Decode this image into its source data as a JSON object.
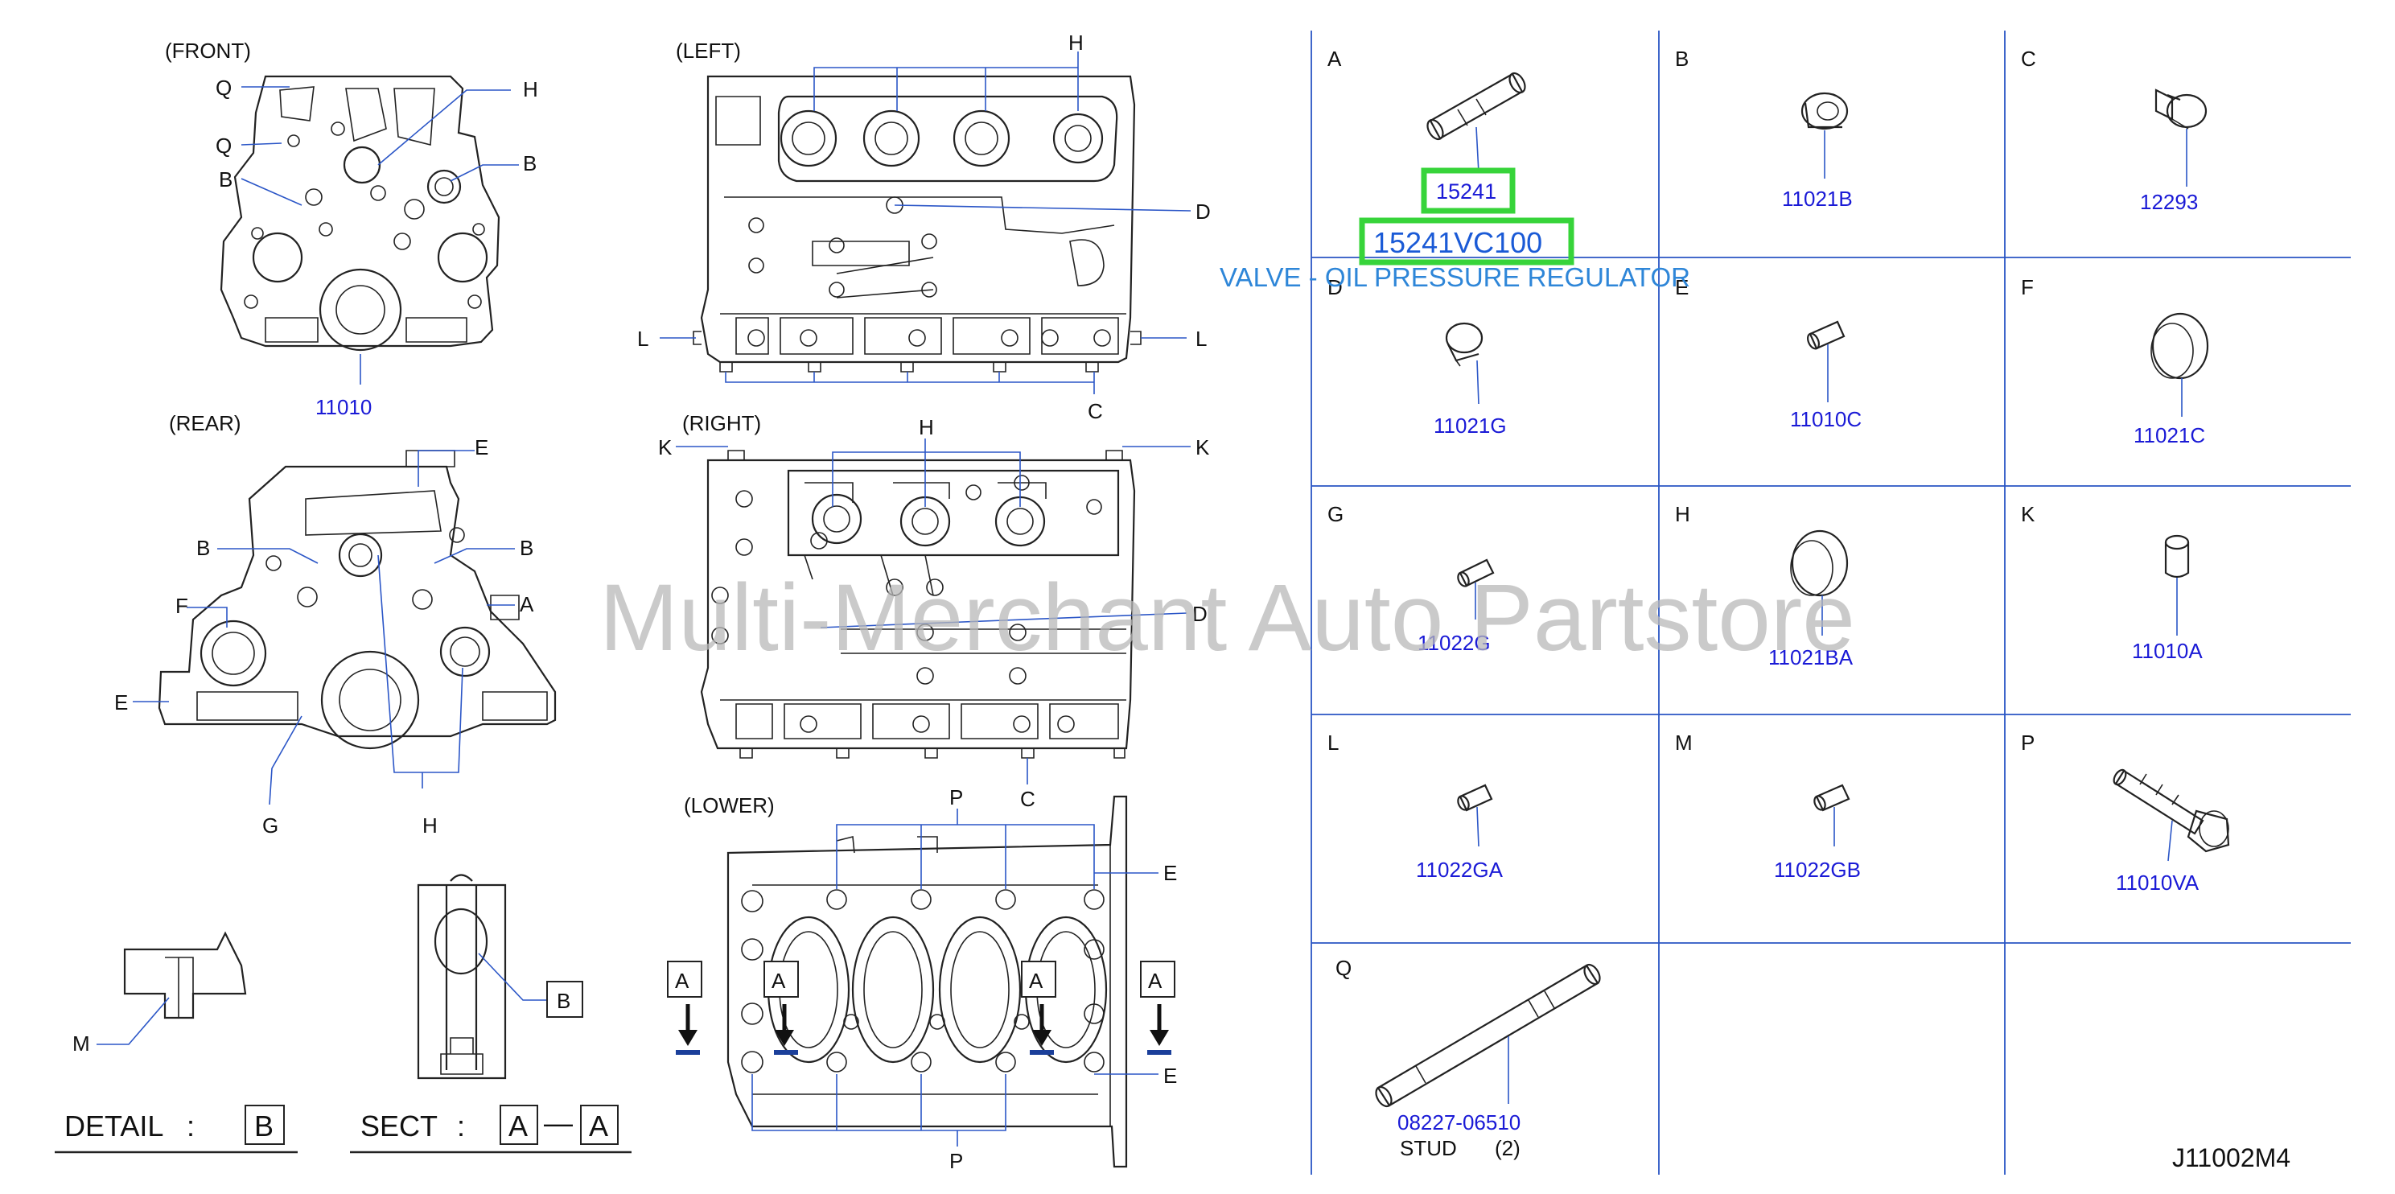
{
  "views": {
    "front": "(FRONT)",
    "left": "(LEFT)",
    "rear": "(REAR)",
    "right": "(RIGHT)",
    "lower": "(LOWER)"
  },
  "front_labels": {
    "q1": "Q",
    "q2": "Q",
    "b1": "B",
    "h": "H",
    "b2": "B",
    "part": "11010"
  },
  "left_labels": {
    "h": "H",
    "d": "D",
    "l1": "L",
    "l2": "L",
    "c": "C"
  },
  "rear_labels": {
    "e1": "E",
    "b1": "B",
    "b2": "B",
    "f": "F",
    "a": "A",
    "e2": "E",
    "g": "G",
    "h": "H"
  },
  "right_labels": {
    "k1": "K",
    "h": "H",
    "k2": "K",
    "d": "D",
    "c": "C"
  },
  "lower_labels": {
    "p1": "P",
    "e1": "E",
    "a1": "A",
    "a2": "A",
    "a3": "A",
    "a4": "A",
    "e2": "E",
    "p2": "P"
  },
  "details": {
    "m": "M",
    "b": "B",
    "detail_label": "DETAIL",
    "detail_colon": ":",
    "detail_value": "B",
    "sect_label": "SECT",
    "sect_colon": ":",
    "sect_a1": "A",
    "sect_dash": "—",
    "sect_a2": "A"
  },
  "parts_table": {
    "cells": [
      {
        "letter": "A",
        "part": "15241"
      },
      {
        "letter": "B",
        "part": "11021B"
      },
      {
        "letter": "C",
        "part": "12293"
      },
      {
        "letter": "D",
        "part": "11021G"
      },
      {
        "letter": "E",
        "part": "11010C"
      },
      {
        "letter": "F",
        "part": "11021C"
      },
      {
        "letter": "G",
        "part": "11022G"
      },
      {
        "letter": "H",
        "part": "11021BA"
      },
      {
        "letter": "K",
        "part": "11010A"
      },
      {
        "letter": "L",
        "part": "11022GA"
      },
      {
        "letter": "M",
        "part": "11022GB"
      },
      {
        "letter": "P",
        "part": "11010VA"
      },
      {
        "letter": "Q",
        "part": "08227-06510"
      }
    ],
    "q_sub_name": "STUD",
    "q_sub_qty": "(2)"
  },
  "highlight": {
    "part_number": "15241VC100",
    "description": "VALVE - OIL PRESSURE REGULATOR",
    "color": "#37d43a"
  },
  "watermark": "Multi-Merchant Auto Partstore",
  "diagram_code": "J11002M4"
}
